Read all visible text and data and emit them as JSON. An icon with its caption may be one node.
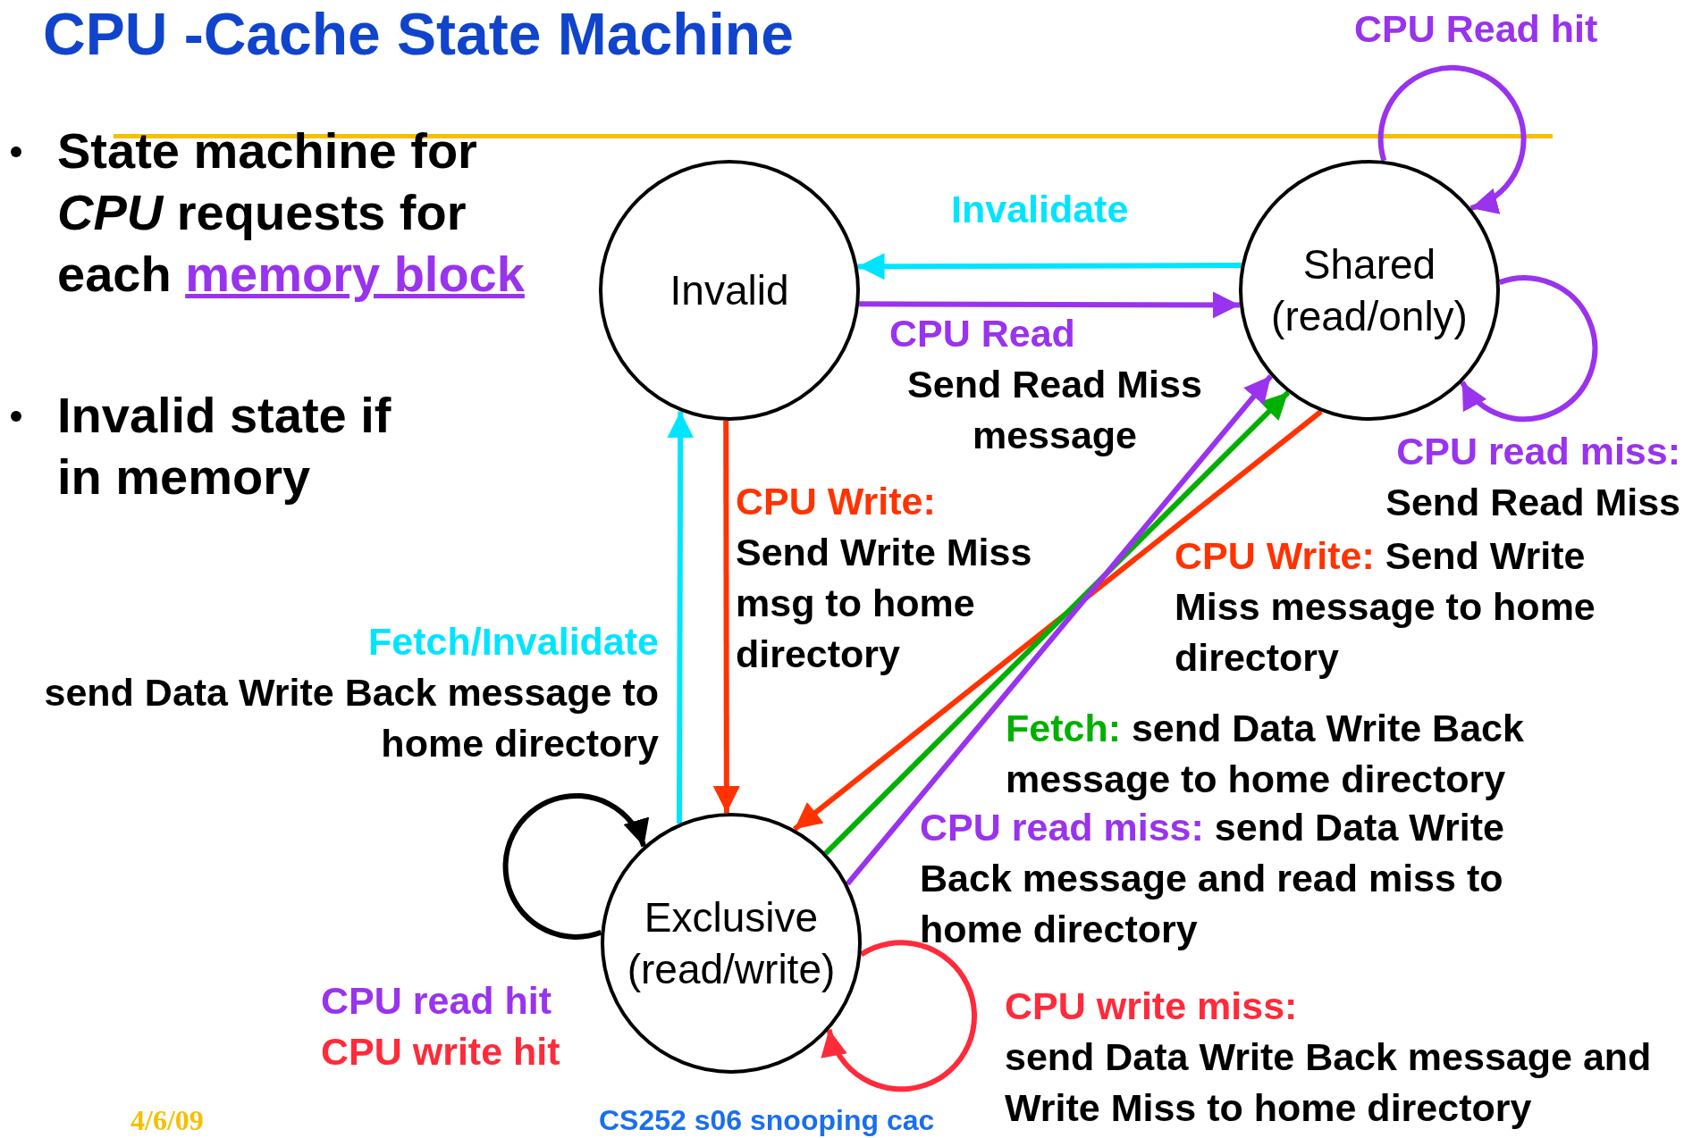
{
  "diagram": {
    "title": "CPU -Cache State Machine",
    "nodes": [
      {
        "text": [
          "Invalid"
        ]
      },
      {
        "text": [
          "Shared (read/only)"
        ]
      },
      {
        "text": [
          "Exclusive (read/write)"
        ]
      }
    ],
    "edges": [
      {
        "from": 1,
        "to": 0,
        "arrow": "to",
        "label": "Invalidate",
        "color": "#00e5ff"
      },
      {
        "from": 0,
        "to": 1,
        "arrow": "to",
        "label": "CPU Read",
        "color": "#9933ee"
      },
      {
        "from": 0,
        "to": 2,
        "arrow": "to",
        "label": "CPU Write:",
        "color": "#ff3300"
      },
      {
        "from": 2,
        "to": 0,
        "arrow": "to",
        "label": "Fetch/Invalidate",
        "color": "#00e5ff"
      },
      {
        "from": 1,
        "to": 2,
        "arrow": "to",
        "label": "CPU Write:",
        "color": "#ff3300"
      },
      {
        "from": 2,
        "to": 1,
        "arrow": "to",
        "label": "Fetch:",
        "color": "#00b000"
      },
      {
        "from": 2,
        "to": 1,
        "arrow": "to",
        "label": "CPU read miss:",
        "color": "#9933ee"
      },
      {
        "from": 1,
        "to": 1,
        "arrow": "to",
        "label": "CPU Read hit",
        "color": "#9933ee"
      },
      {
        "from": 1,
        "to": 1,
        "arrow": "to",
        "label": "CPU read miss:",
        "color": "#9933ee"
      },
      {
        "from": 2,
        "to": 2,
        "arrow": "to",
        "label": "CPU read hit",
        "color": "#000000"
      },
      {
        "from": 2,
        "to": 2,
        "arrow": "to",
        "label": "CPU write miss:",
        "color": "#ff2a3a"
      }
    ],
    "labels": [
      "State machine for *CPU* requests for each",
      "memory block",
      "Invalid state if in memory",
      "Send Read Miss message",
      "Send Write Miss msg to home directory",
      "send Data Write Back message to home directory",
      "Send Write Miss message to home directory",
      "send Data Write Back message to home directory",
      "send Data Write Back message and read miss to home directory",
      "Send Read Miss",
      "CPU write hit",
      "send Data Write Back message and Write Miss to home directory",
      "4/6/09",
      "CS252 s06 snooping cac"
    ]
  }
}
